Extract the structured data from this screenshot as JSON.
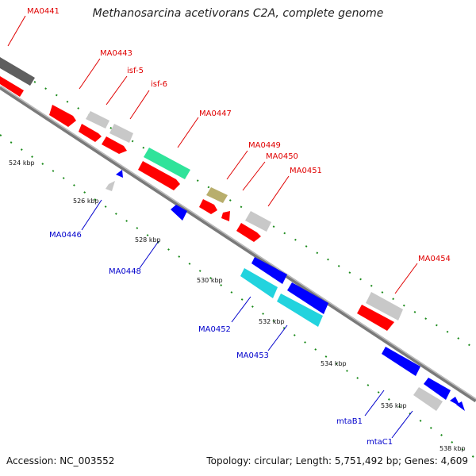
{
  "title": "Methanosarcina acetivorans C2A, complete genome",
  "accession": "Accession: NC_003552",
  "summary": "Topology: circular; Length: 5,751,492 bp; Genes: 4,609",
  "colors": {
    "forward_cds": "#ff0000",
    "reverse_cds": "#0000ff",
    "unlabeled_forward": "#c8c8c8",
    "cyan_gene": "#22d3de",
    "green_gene": "#2fe39a",
    "khaki_gene": "#b8ae6c",
    "dark_gene": "#666666",
    "backbone": "#7a7a7a",
    "tick": "#1a8a1a",
    "label_red": "#e00000",
    "label_blue": "#0000cc"
  },
  "kbp_ticks": [
    "524 kbp",
    "526 kbp",
    "528 kbp",
    "530 kbp",
    "532 kbp",
    "534 kbp",
    "536 kbp",
    "538 kbp"
  ],
  "gene_labels": {
    "forward": [
      "MA0441",
      "MA0443",
      "isf-5",
      "isf-6",
      "MA0447",
      "MA0449",
      "MA0450",
      "MA0451",
      "MA0454"
    ],
    "reverse": [
      "MA0446",
      "MA0448",
      "MA0452",
      "MA0453",
      "mtaB1",
      "mtaC1"
    ]
  }
}
